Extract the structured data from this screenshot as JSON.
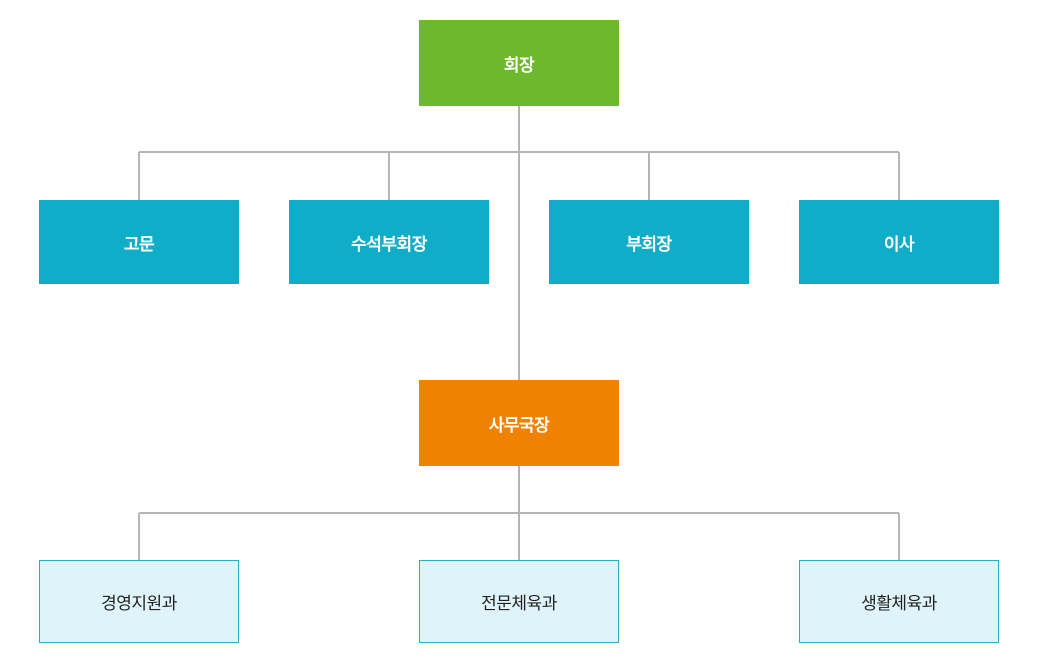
{
  "chart": {
    "president": {
      "label": "회장"
    },
    "executives": [
      {
        "label": "고문"
      },
      {
        "label": "수석부회장"
      },
      {
        "label": "부회장"
      },
      {
        "label": "이사"
      }
    ],
    "secretary_general": {
      "label": "사무국장"
    },
    "departments": [
      {
        "label": "경영지원과"
      },
      {
        "label": "전문체육과"
      },
      {
        "label": "생활체육과"
      }
    ]
  },
  "colors": {
    "president": "#6db82d",
    "executive": "#10adc9",
    "secretary_general": "#ef8200",
    "department_fill": "#dff4fa",
    "department_border": "#2aaec6",
    "connector": "#b5b5b5"
  }
}
